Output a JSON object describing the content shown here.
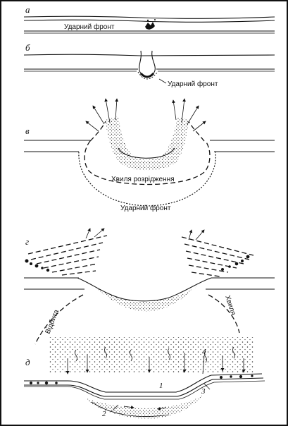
{
  "panels": {
    "a": {
      "letter": "а",
      "shock_front": "Ударний фронт"
    },
    "b": {
      "letter": "б",
      "shock_front": "Ударний фронт"
    },
    "v": {
      "letter": "в",
      "rarefaction_wave": "Хвиля розрідження",
      "shock_front": "Ударний фронт"
    },
    "g": {
      "letter": "г",
      "reflected": "Відбита",
      "wave": "Хвиля"
    },
    "d": {
      "letter": "д",
      "num_1": "1",
      "num_2": "2",
      "num_3": "3",
      "num_4": "4"
    }
  }
}
